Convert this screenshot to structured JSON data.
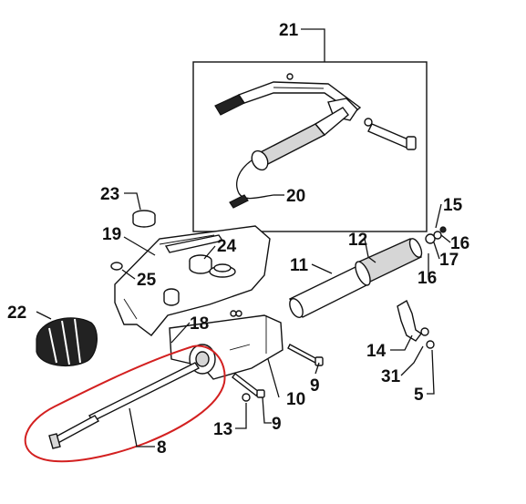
{
  "callouts": {
    "c21": "21",
    "c20": "20",
    "c23": "23",
    "c19": "19",
    "c24": "24",
    "c25": "25",
    "c22": "22",
    "c18": "18",
    "c11": "11",
    "c12": "12",
    "c15": "15",
    "c16a": "16",
    "c17": "17",
    "c16b": "16",
    "c14": "14",
    "c31": "31",
    "c5": "5",
    "c9a": "9",
    "c10": "10",
    "c9b": "9",
    "c13": "13",
    "c8": "8"
  },
  "colors": {
    "line": "#111111",
    "highlight": "#d32020",
    "part_fill": "#ffffff",
    "part_shade": "#d6d6d6"
  }
}
